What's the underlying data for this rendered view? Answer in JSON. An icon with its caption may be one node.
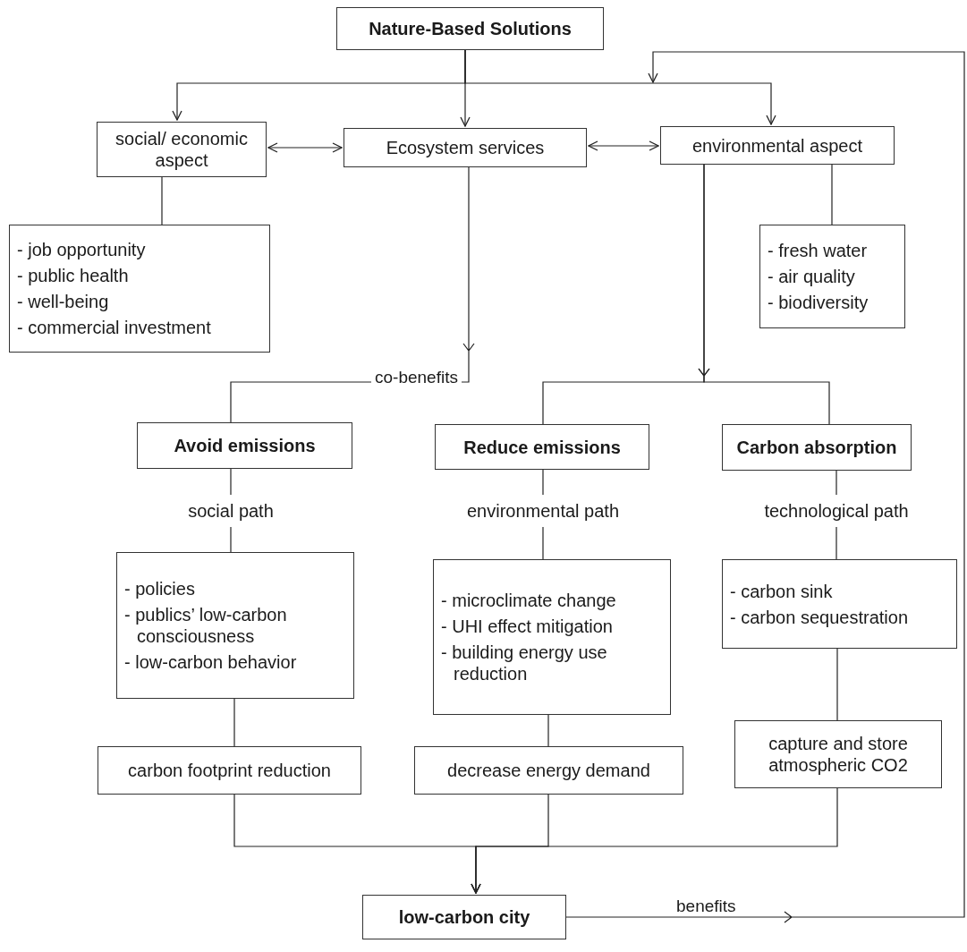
{
  "diagram": {
    "nodes": [
      {
        "text": [
          "Nature-Based Solutions"
        ]
      },
      {
        "text": [
          "social/ economic aspect"
        ]
      },
      {
        "text": [
          "Ecosystem services"
        ]
      },
      {
        "text": [
          "environmental aspect"
        ]
      },
      {
        "text": [
          "- job opportunity",
          "- public health",
          "- well-being",
          "- commercial investment"
        ]
      },
      {
        "text": [
          "- fresh water",
          "- air quality",
          "- biodiversity"
        ]
      },
      {
        "text": [
          "Avoid emissions"
        ]
      },
      {
        "text": [
          "Reduce emissions"
        ]
      },
      {
        "text": [
          "Carbon absorption"
        ]
      },
      {
        "text": [
          "social path"
        ]
      },
      {
        "text": [
          "environmental path"
        ]
      },
      {
        "text": [
          "technological path"
        ]
      },
      {
        "text": [
          "- policies",
          "- publics’ low-carbon consciousness",
          "- low-carbon behavior"
        ]
      },
      {
        "text": [
          "- microclimate change",
          "- UHI effect mitigation",
          "- building energy use reduction"
        ]
      },
      {
        "text": [
          "- carbon sink",
          "- carbon sequestration"
        ]
      },
      {
        "text": [
          "carbon footprint reduction"
        ]
      },
      {
        "text": [
          "decrease energy demand"
        ]
      },
      {
        "text": [
          "capture and store atmospheric CO2"
        ]
      },
      {
        "text": [
          "low-carbon city"
        ]
      }
    ],
    "edges": [
      {
        "from": 0,
        "to": 2,
        "arrow": "to"
      },
      {
        "from": 0,
        "to": 1,
        "arrow": "to"
      },
      {
        "from": 0,
        "to": 3,
        "arrow": "to"
      },
      {
        "from": 1,
        "to": 2,
        "arrow": "both"
      },
      {
        "from": 2,
        "to": 3,
        "arrow": "both"
      },
      {
        "from": 1,
        "to": 4,
        "arrow": "none"
      },
      {
        "from": 3,
        "to": 5,
        "arrow": "none"
      },
      {
        "from": 2,
        "to": 6,
        "arrow": "to",
        "label": "co-benefits"
      },
      {
        "from": 3,
        "to": 7,
        "arrow": "to"
      },
      {
        "from": 3,
        "to": 8,
        "arrow": "to"
      },
      {
        "from": 6,
        "to": 9,
        "arrow": "none"
      },
      {
        "from": 9,
        "to": 12,
        "arrow": "none"
      },
      {
        "from": 7,
        "to": 10,
        "arrow": "none"
      },
      {
        "from": 10,
        "to": 13,
        "arrow": "none"
      },
      {
        "from": 8,
        "to": 11,
        "arrow": "none"
      },
      {
        "from": 11,
        "to": 14,
        "arrow": "none"
      },
      {
        "from": 12,
        "to": 15,
        "arrow": "none"
      },
      {
        "from": 13,
        "to": 16,
        "arrow": "none"
      },
      {
        "from": 14,
        "to": 17,
        "arrow": "none"
      },
      {
        "from": 15,
        "to": 18,
        "arrow": "to"
      },
      {
        "from": 16,
        "to": 18,
        "arrow": "to"
      },
      {
        "from": 17,
        "to": 18,
        "arrow": "to"
      },
      {
        "from": 18,
        "to": null,
        "arrow": "to",
        "label": "benefits"
      }
    ]
  }
}
